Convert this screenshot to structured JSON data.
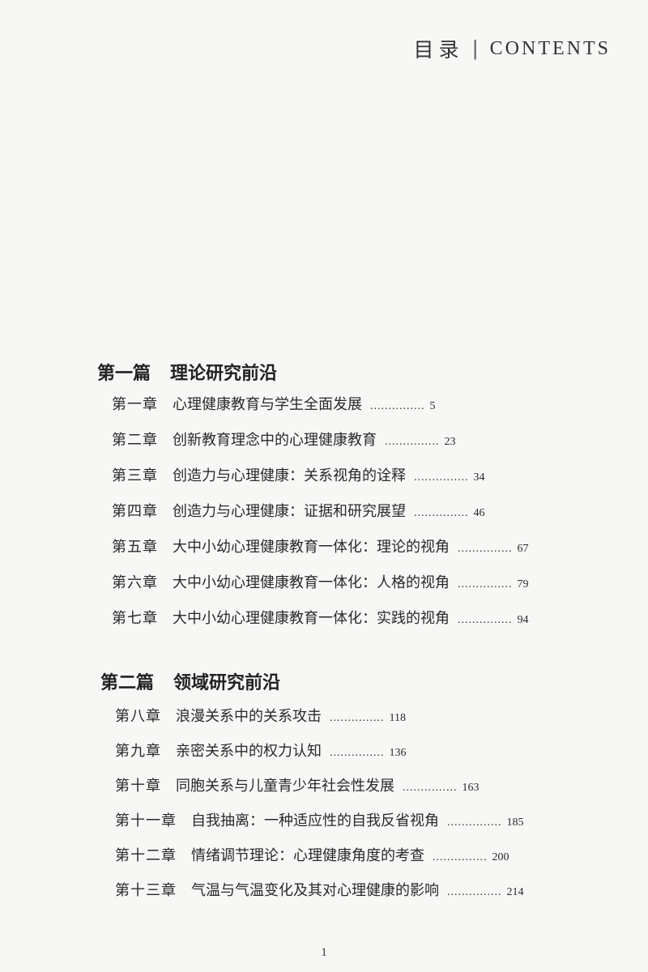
{
  "header": {
    "cn": "目录",
    "separator": "|",
    "en": "CONTENTS"
  },
  "parts": [
    {
      "number": "第一篇",
      "title": "理论研究前沿",
      "chapters": [
        {
          "number": "第一章",
          "title": "心理健康教育与学生全面发展",
          "dots": "...............",
          "page": "5"
        },
        {
          "number": "第二章",
          "title": "创新教育理念中的心理健康教育",
          "dots": "...............",
          "page": "23"
        },
        {
          "number": "第三章",
          "title": "创造力与心理健康：关系视角的诠释",
          "dots": "...............",
          "page": "34"
        },
        {
          "number": "第四章",
          "title": "创造力与心理健康：证据和研究展望",
          "dots": "...............",
          "page": "46"
        },
        {
          "number": "第五章",
          "title": "大中小幼心理健康教育一体化：理论的视角",
          "dots": "...............",
          "page": "67"
        },
        {
          "number": "第六章",
          "title": "大中小幼心理健康教育一体化：人格的视角",
          "dots": "...............",
          "page": "79"
        },
        {
          "number": "第七章",
          "title": "大中小幼心理健康教育一体化：实践的视角",
          "dots": "...............",
          "page": "94"
        }
      ]
    },
    {
      "number": "第二篇",
      "title": "领域研究前沿",
      "chapters": [
        {
          "number": "第八章",
          "title": "浪漫关系中的关系攻击",
          "dots": "...............",
          "page": "118"
        },
        {
          "number": "第九章",
          "title": "亲密关系中的权力认知",
          "dots": "...............",
          "page": "136"
        },
        {
          "number": "第十章",
          "title": "同胞关系与儿童青少年社会性发展",
          "dots": "...............",
          "page": "163"
        },
        {
          "number": "第十一章",
          "title": "自我抽离：一种适应性的自我反省视角",
          "dots": "...............",
          "page": "185"
        },
        {
          "number": "第十二章",
          "title": "情绪调节理论：心理健康角度的考查",
          "dots": "...............",
          "page": "200"
        },
        {
          "number": "第十三章",
          "title": "气温与气温变化及其对心理健康的影响",
          "dots": "...............",
          "page": "214"
        }
      ]
    }
  ],
  "footer": {
    "page_number": "1"
  }
}
